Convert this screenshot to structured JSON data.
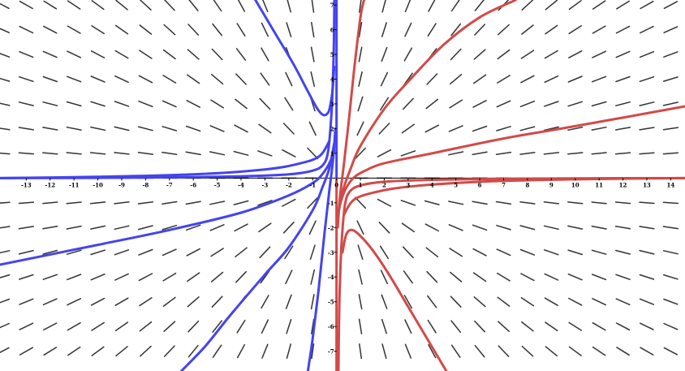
{
  "chart_data": {
    "type": "line",
    "title": "",
    "xlabel": "",
    "ylabel": "",
    "xlim": [
      -14.1,
      14.6
    ],
    "ylim": [
      -7.8,
      7.2
    ],
    "grid": false,
    "x_ticks": [
      -13,
      -12,
      -11,
      -10,
      -9,
      -8,
      -7,
      -6,
      -5,
      -4,
      -3,
      -2,
      -1,
      0,
      1,
      2,
      3,
      4,
      5,
      6,
      7,
      8,
      9,
      10,
      11,
      12,
      13,
      14
    ],
    "y_ticks": [
      -7,
      -6,
      -5,
      -4,
      -3,
      -2,
      -1,
      1,
      2,
      3,
      4,
      5,
      6,
      7
    ],
    "direction_field": {
      "x_values": [
        -14,
        -13,
        -12,
        -11,
        -10,
        -9,
        -8,
        -7,
        -6,
        -5,
        -4,
        -3,
        -2,
        -1,
        0,
        1,
        2,
        3,
        4,
        5,
        6,
        7,
        8,
        9,
        10,
        11,
        12,
        13,
        14
      ],
      "y_values": [
        7,
        6,
        5,
        4,
        3,
        2,
        1,
        0,
        -1,
        -2,
        -3,
        -4,
        -5,
        -6,
        -7
      ]
    },
    "series": [
      {
        "color": "#4444ee",
        "points": [
          [
            -0.09,
            7.2
          ],
          [
            -0.11,
            5.5
          ],
          [
            -0.15,
            4.0
          ],
          [
            -0.22,
            2.5
          ],
          [
            -0.35,
            1.1
          ],
          [
            -0.55,
            0.55
          ],
          [
            -1.0,
            0.3
          ],
          [
            -2.0,
            0.15
          ],
          [
            -4.0,
            0.07
          ],
          [
            -7.0,
            0.03
          ],
          [
            -10.0,
            0.01
          ],
          [
            -14.1,
            0.0
          ]
        ]
      },
      {
        "color": "#4444ee",
        "points": [
          [
            -3.4,
            7.2
          ],
          [
            -2.6,
            5.9
          ],
          [
            -1.8,
            4.6
          ],
          [
            -1.2,
            3.5
          ],
          [
            -0.8,
            2.8
          ],
          [
            -0.55,
            2.55
          ],
          [
            -0.35,
            2.65
          ],
          [
            -0.25,
            3.0
          ],
          [
            -0.16,
            3.6
          ],
          [
            -0.1,
            4.5
          ]
        ]
      },
      {
        "color": "#4444ee",
        "points": [
          [
            -0.3,
            1.5
          ],
          [
            -0.7,
            0.9
          ],
          [
            -1.5,
            0.6
          ],
          [
            -3.0,
            0.35
          ],
          [
            -6.0,
            0.15
          ],
          [
            -10.0,
            0.05
          ],
          [
            -14.1,
            0.0
          ]
        ]
      },
      {
        "color": "#4444ee",
        "points": [
          [
            -0.1,
            1.1
          ],
          [
            -0.3,
            0.6
          ],
          [
            -0.6,
            0.15
          ],
          [
            -1.0,
            -0.2
          ],
          [
            -2.0,
            -0.7
          ],
          [
            -4.0,
            -1.4
          ],
          [
            -7.0,
            -2.1
          ],
          [
            -10.0,
            -2.7
          ],
          [
            -14.1,
            -3.5
          ]
        ]
      },
      {
        "color": "#4444ee",
        "points": [
          [
            -0.1,
            1.4
          ],
          [
            -0.3,
            0.4
          ],
          [
            -0.6,
            -0.4
          ],
          [
            -1.0,
            -1.3
          ],
          [
            -2.0,
            -2.8
          ],
          [
            -3.0,
            -3.9
          ],
          [
            -4.5,
            -5.6
          ],
          [
            -5.5,
            -6.8
          ],
          [
            -6.5,
            -7.8
          ]
        ]
      },
      {
        "color": "#4444ee",
        "points": [
          [
            -0.05,
            2.0
          ],
          [
            -0.15,
            0.7
          ],
          [
            -0.3,
            -0.5
          ],
          [
            -0.5,
            -2.2
          ],
          [
            -0.75,
            -4.5
          ],
          [
            -1.0,
            -6.5
          ],
          [
            -1.2,
            -7.8
          ]
        ]
      },
      {
        "color": "#d24a48",
        "points": [
          [
            0.08,
            -7.8
          ],
          [
            0.11,
            -5.5
          ],
          [
            0.15,
            -4.0
          ],
          [
            0.22,
            -2.5
          ],
          [
            0.35,
            -1.1
          ],
          [
            0.55,
            -0.55
          ],
          [
            1.0,
            -0.3
          ],
          [
            2.0,
            -0.15
          ],
          [
            4.0,
            -0.07
          ],
          [
            7.0,
            -0.03
          ],
          [
            10.0,
            -0.01
          ],
          [
            14.6,
            0.0
          ]
        ]
      },
      {
        "color": "#d24a48",
        "points": [
          [
            0.25,
            -3.0
          ],
          [
            0.4,
            -2.3
          ],
          [
            0.6,
            -2.1
          ],
          [
            0.9,
            -2.25
          ],
          [
            1.5,
            -2.9
          ],
          [
            2.2,
            -3.9
          ],
          [
            3.0,
            -5.2
          ],
          [
            3.8,
            -6.5
          ],
          [
            4.6,
            -7.8
          ]
        ]
      },
      {
        "color": "#d24a48",
        "points": [
          [
            0.1,
            -1.2
          ],
          [
            0.35,
            -0.5
          ],
          [
            0.7,
            0.0
          ],
          [
            1.2,
            0.3
          ],
          [
            2.0,
            0.6
          ],
          [
            4.0,
            1.0
          ],
          [
            7.0,
            1.6
          ],
          [
            10.0,
            2.1
          ],
          [
            14.6,
            2.9
          ]
        ]
      },
      {
        "color": "#d24a48",
        "points": [
          [
            0.1,
            -1.3
          ],
          [
            0.3,
            -0.4
          ],
          [
            0.6,
            0.4
          ],
          [
            1.0,
            1.3
          ],
          [
            2.0,
            2.8
          ],
          [
            3.0,
            3.9
          ],
          [
            4.5,
            5.4
          ],
          [
            6.0,
            6.5
          ],
          [
            7.5,
            7.2
          ]
        ]
      },
      {
        "color": "#d24a48",
        "points": [
          [
            0.05,
            -2.0
          ],
          [
            0.15,
            -0.7
          ],
          [
            0.3,
            0.5
          ],
          [
            0.5,
            2.2
          ],
          [
            0.75,
            4.5
          ],
          [
            1.0,
            6.5
          ],
          [
            1.15,
            7.2
          ]
        ]
      },
      {
        "color": "#d24a48",
        "points": [
          [
            0.3,
            -1.5
          ],
          [
            0.7,
            -0.9
          ],
          [
            1.5,
            -0.6
          ],
          [
            3.0,
            -0.35
          ],
          [
            6.0,
            -0.15
          ],
          [
            10.0,
            -0.05
          ],
          [
            14.6,
            0.0
          ]
        ]
      }
    ]
  }
}
